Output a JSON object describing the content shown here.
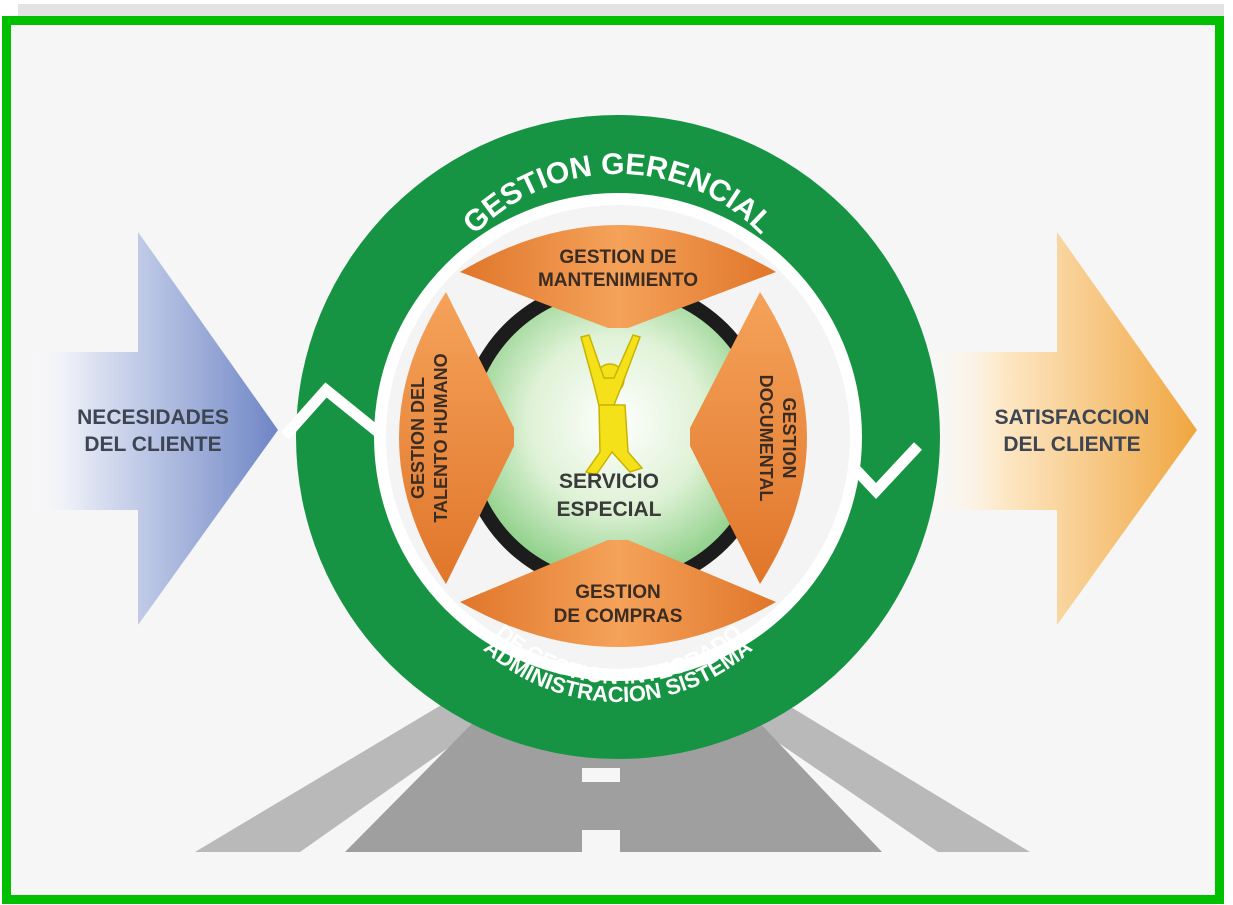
{
  "diagram": {
    "left_arrow": {
      "line1": "NECESIDADES",
      "line2": "DEL CLIENTE"
    },
    "right_arrow": {
      "line1": "SATISFACCION",
      "line2": "DEL CLIENTE"
    },
    "ring": {
      "top_label": "GESTION GERENCIAL",
      "bottom_line1": "ADMINISTRACION SISTEMA",
      "bottom_line2": "DE GESTION INTEGRADO"
    },
    "segments": {
      "top": {
        "line1": "GESTION DE",
        "line2": "MANTENIMIENTO"
      },
      "bottom": {
        "line1": "GESTION",
        "line2": "DE COMPRAS"
      },
      "left": {
        "line1": "GESTION DEL",
        "line2": "TALENTO HUMANO"
      },
      "right": {
        "line1": "GESTION",
        "line2": "DOCUMENTAL"
      }
    },
    "center": {
      "line1": "SERVICIO",
      "line2": "ESPECIAL"
    },
    "colors": {
      "frame": "#00c000",
      "ring": "#169443",
      "segment": "#ef8a3a",
      "left_arrow": "#6f86c6",
      "right_arrow": "#f0a640",
      "road": "#b9b9b9",
      "figure": "#f4e11a"
    },
    "icons": {
      "figure": "person-arms-raised-icon"
    }
  }
}
